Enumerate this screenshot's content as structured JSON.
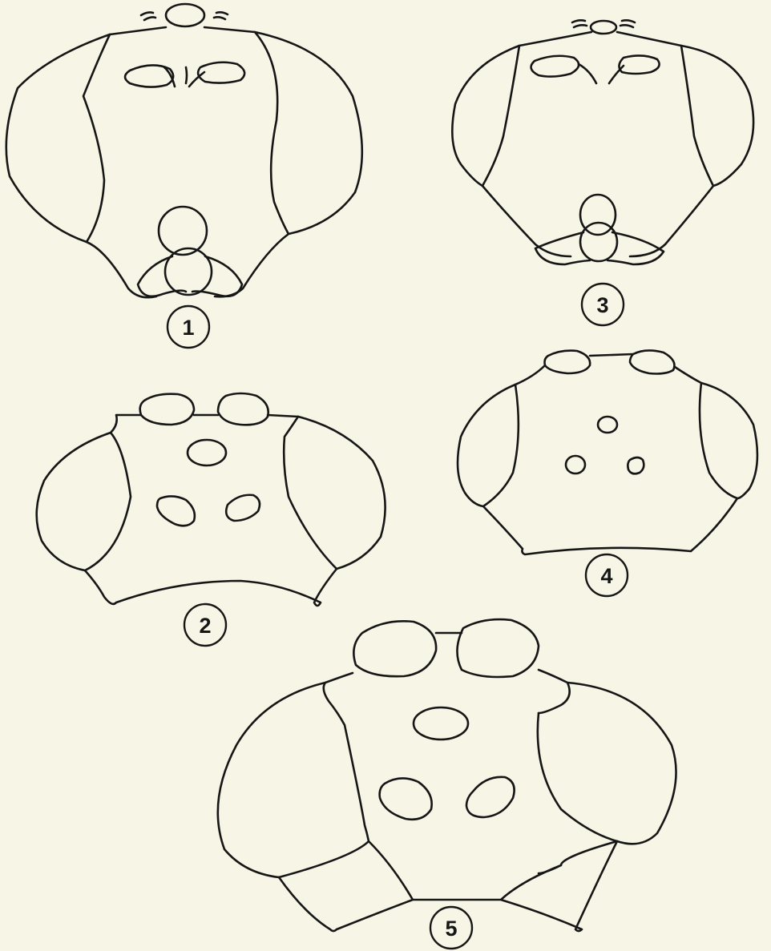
{
  "figures": [
    {
      "label": "1"
    },
    {
      "label": "3"
    },
    {
      "label": "2"
    },
    {
      "label": "4"
    },
    {
      "label": "5"
    }
  ],
  "colors": {
    "paper": "#f6f5e6",
    "ink": "#161616"
  }
}
